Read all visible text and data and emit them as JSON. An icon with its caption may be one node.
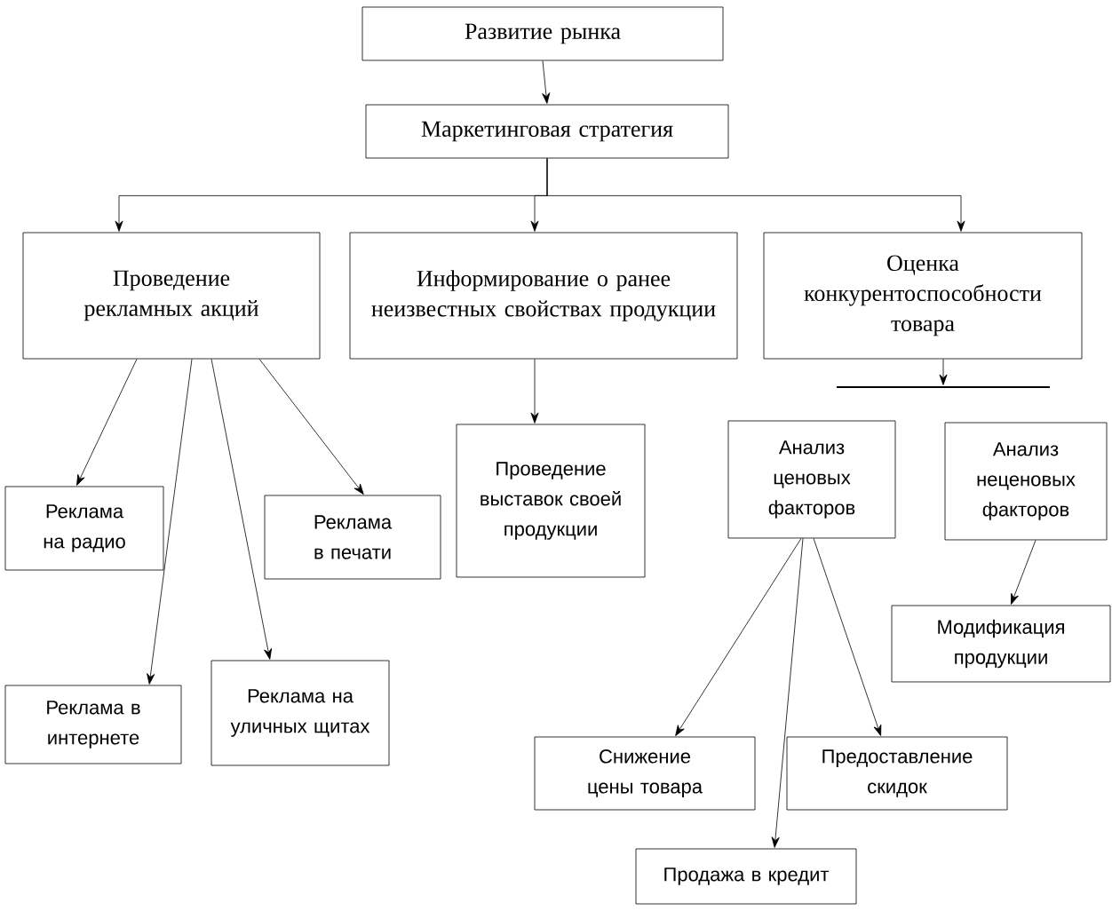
{
  "diagram": {
    "nodes": [
      {
        "text": [
          "Развитие рынка"
        ]
      },
      {
        "text": [
          "Маркетинговая стратегия"
        ]
      },
      {
        "text": [
          "Проведение рекламных акций"
        ]
      },
      {
        "text": [
          "Информирование о ранее неизвестных свойствах продукции"
        ]
      },
      {
        "text": [
          "Оценка конкурентоспособности товара"
        ]
      },
      {
        "text": [],
        "shape": "bar"
      },
      {
        "text": [
          "Реклама на радио"
        ]
      },
      {
        "text": [
          "Реклама в печати"
        ]
      },
      {
        "text": [
          "Проведение выставок своей продукции"
        ]
      },
      {
        "text": [
          "Анализ ценовых факторов"
        ]
      },
      {
        "text": [
          "Анализ неценовых факторов"
        ]
      },
      {
        "text": [
          "Реклама в интернете"
        ]
      },
      {
        "text": [
          "Реклама на уличных щитах"
        ]
      },
      {
        "text": [
          "Модификация продукции"
        ]
      },
      {
        "text": [
          "Снижение цены товара"
        ]
      },
      {
        "text": [
          "Предоставление скидок"
        ]
      },
      {
        "text": [
          "Продажа в кредит"
        ]
      }
    ],
    "edges": [
      {
        "from": 0,
        "to": 1,
        "arrow": "to"
      },
      {
        "from": 1,
        "to": 2,
        "arrow": "to"
      },
      {
        "from": 1,
        "to": 3,
        "arrow": "to"
      },
      {
        "from": 1,
        "to": 4,
        "arrow": "to"
      },
      {
        "from": 4,
        "to": 5,
        "arrow": "to"
      },
      {
        "from": 3,
        "to": 8,
        "arrow": "to"
      },
      {
        "from": 2,
        "to": 6,
        "arrow": "to"
      },
      {
        "from": 2,
        "to": 11,
        "arrow": "to"
      },
      {
        "from": 2,
        "to": 12,
        "arrow": "to"
      },
      {
        "from": 2,
        "to": 7,
        "arrow": "to"
      },
      {
        "from": 9,
        "to": 14,
        "arrow": "to"
      },
      {
        "from": 9,
        "to": 16,
        "arrow": "to"
      },
      {
        "from": 9,
        "to": 15,
        "arrow": "to"
      },
      {
        "from": 10,
        "to": 13,
        "arrow": "to"
      }
    ]
  }
}
